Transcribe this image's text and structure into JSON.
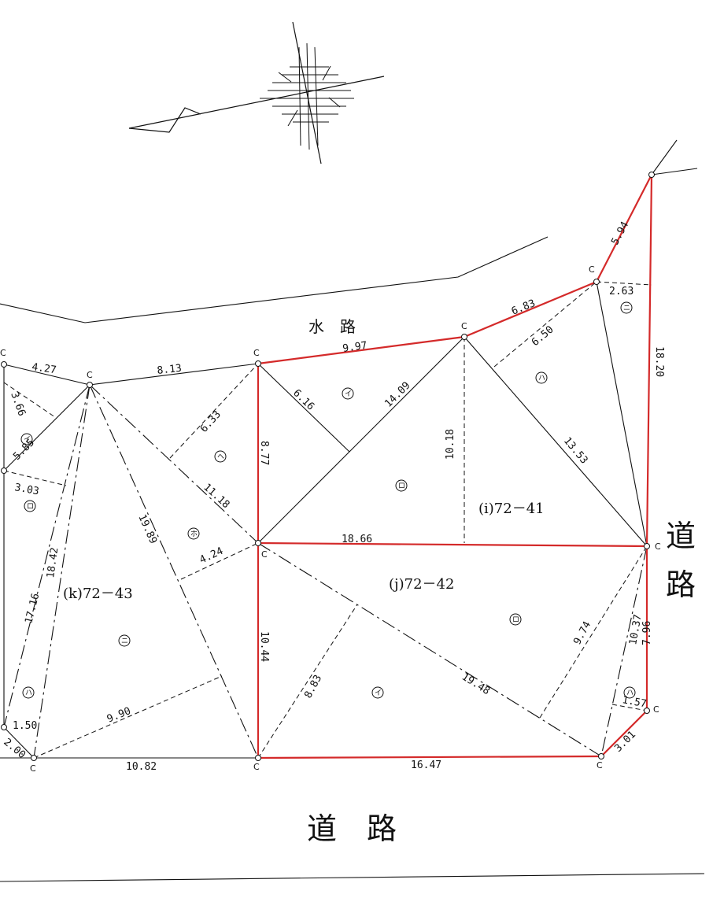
{
  "title_labels": {
    "canal": "水　路",
    "road_bottom": "道　路",
    "road_right_1": "道",
    "road_right_2": "路"
  },
  "lots": [
    {
      "id": "i",
      "text": "(i)72－41"
    },
    {
      "id": "j",
      "text": "(j)72－42"
    },
    {
      "id": "k",
      "text": "(k)72－43"
    }
  ],
  "corner_marker": "C",
  "colors": {
    "boundary": "#d42a2a",
    "ink": "#111111",
    "paper": "#ffffff"
  },
  "measurements": [
    "4.27",
    "3.66",
    "5.85",
    "3.03",
    "8.13",
    "6.33",
    "6.16",
    "9.97",
    "14.09",
    "6.83",
    "6.50",
    "5.94",
    "2.63",
    "18.20",
    "8.77",
    "10.18",
    "13.53",
    "11.18",
    "19.89",
    "18.42",
    "17.16",
    "4.24",
    "18.66",
    "10.44",
    "8.83",
    "19.48",
    "9.74",
    "10.37",
    "7.96",
    "1.57",
    "3.01",
    "16.47",
    "10.82",
    "9.90",
    "1.50",
    "2.00"
  ],
  "subdivision_marks": [
    "イ",
    "ロ",
    "ハ",
    "ニ",
    "ホ",
    "ヘ"
  ]
}
